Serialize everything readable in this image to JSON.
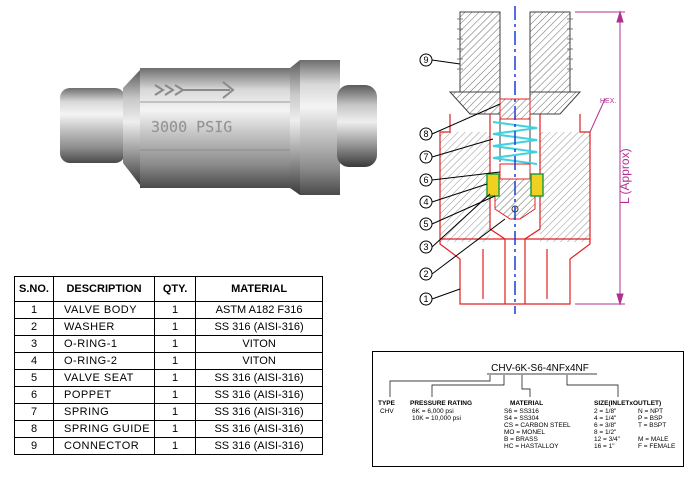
{
  "colors": {
    "outline_red": "#e02020",
    "center_blue": "#1a3fd6",
    "spring_cyan": "#40d0e0",
    "dimension_magenta": "#b03090",
    "seat_green": "#20a040",
    "callout_black": "#000000"
  },
  "photo": {
    "stamp": "3000 PSIG"
  },
  "bom": {
    "headers": [
      "S.NO.",
      "DESCRIPTION",
      "QTY.",
      "MATERIAL"
    ],
    "rows": [
      [
        "1",
        "VALVE BODY",
        "1",
        "ASTM A182 F316"
      ],
      [
        "2",
        "WASHER",
        "1",
        "SS 316 (AISI-316)"
      ],
      [
        "3",
        "O-RING-1",
        "1",
        "VITON"
      ],
      [
        "4",
        "O-RING-2",
        "1",
        "VITON"
      ],
      [
        "5",
        "VALVE SEAT",
        "1",
        "SS 316 (AISI-316)"
      ],
      [
        "6",
        "POPPET",
        "1",
        "SS 316 (AISI-316)"
      ],
      [
        "7",
        "SPRING",
        "1",
        "SS 316 (AISI-316)"
      ],
      [
        "8",
        "SPRING GUIDE",
        "1",
        "SS 316 (AISI-316)"
      ],
      [
        "9",
        "CONNECTOR",
        "1",
        "SS 316 (AISI-316)"
      ]
    ]
  },
  "drawing": {
    "hex_label": "HEX.",
    "length_label": "L (Approx)",
    "callouts": [
      "9",
      "8",
      "7",
      "6",
      "4",
      "5",
      "3",
      "2",
      "1"
    ]
  },
  "ordering_code": {
    "code": "CHV-6K-S6-4NFx4NF",
    "type_heading": "TYPE",
    "type_value": "CHV",
    "pressure_heading": "PRESSURE RATING",
    "pressure_values": [
      "6K  =  6,000 psi",
      "10K  =  10,000 psi"
    ],
    "material_heading": "MATERIAL",
    "material_values": [
      "S6  =  SS316",
      "S4  =  SS304",
      "CS  =  CARBON STEEL",
      "MO  =  MONEL",
      "B  =  BRASS",
      "HC  =  HASTALLOY"
    ],
    "size_heading": "SIZE(INLETxOUTLET)",
    "size_values": [
      "2  =  1/8\"",
      "4  =  1/4\"",
      "6  =  3/8\"",
      "8  =  1/2\"",
      "12  =  3/4\"",
      "16  =  1\""
    ],
    "thread_values": [
      "N  =  NPT",
      "P  =  BSP",
      "T  =  BSPT"
    ],
    "gender_values": [
      "M  =  MALE",
      "F  =  FEMALE"
    ]
  }
}
